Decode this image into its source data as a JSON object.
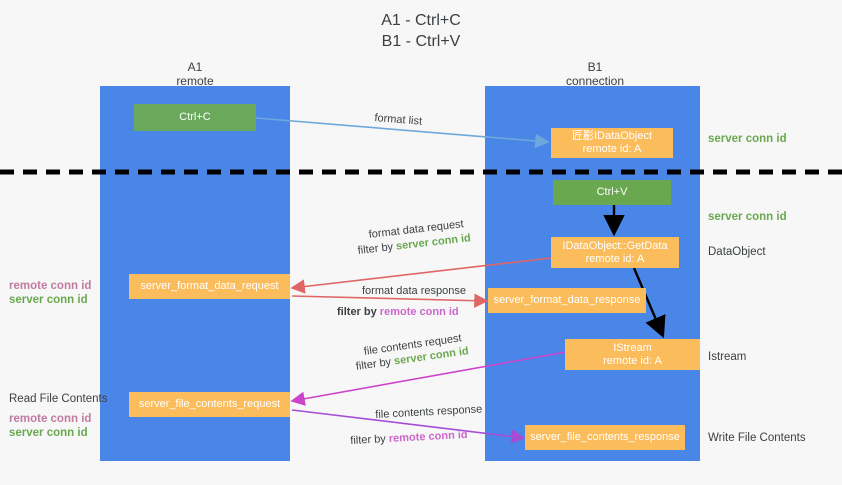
{
  "title": "A1 - Ctrl+C\nB1 - Ctrl+V",
  "columns": [
    {
      "name": "A1",
      "sub": "remote",
      "label": "A1\nremote"
    },
    {
      "name": "B1",
      "sub": "connection",
      "label": "B1\nconnection"
    }
  ],
  "nodes": {
    "ctrl_c": "Ctrl+C",
    "ctrl_v": "Ctrl+V",
    "idataobject": "匠彲IDataObject\nremote id: A",
    "getdata": "IDataObject::GetData\nremote id: A",
    "istream": "IStream\nremote id: A",
    "server_format_data_request": "server_format_data_request",
    "server_format_data_response": "server_format_data_response",
    "server_file_contents_request": "server_file_contents_request",
    "server_file_contents_response": "server_file_contents_response"
  },
  "right_labels": {
    "server_conn_id_top": "server conn id",
    "server_conn_id_mid": "server conn id",
    "dataobject": "DataObject",
    "istream": "Istream",
    "write_file_contents": "Write File Contents"
  },
  "left_labels": {
    "remote_conn_id_1": "remote conn id",
    "server_conn_id_1": "server conn id",
    "read_file_contents": "Read File Contents",
    "remote_conn_id_2": "remote conn id",
    "server_conn_id_2": "server conn id"
  },
  "arrow_labels": {
    "format_list": "format list",
    "format_data_request": "format data request",
    "format_data_request_filter_prefix": "filter by ",
    "format_data_request_filter_value": "server conn id",
    "format_data_response": "format data response",
    "format_data_response_filter_prefix": "filter by ",
    "format_data_response_filter_value": "remote conn id",
    "file_contents_request": "file contents request",
    "file_contents_request_filter_prefix": "filter by ",
    "file_contents_request_filter_value": "server conn id",
    "file_contents_response": "file contents response",
    "file_contents_response_filter_prefix": "filter by ",
    "file_contents_response_filter_value": "remote conn id"
  },
  "colors": {
    "lane": "#4a86e8",
    "green_node": "#6aa95c",
    "orange_node": "#fbbc5c",
    "green_text": "#6aa84f",
    "purple_text": "#c27ba0",
    "magenta_text": "#cc66cc",
    "light_blue_arrow": "#6fa8dc",
    "red_arrow": "#e06666",
    "magenta_arrow": "#cc44cc",
    "purple_arrow": "#a64dd6",
    "black": "#000000",
    "background": "#f7f7f7"
  }
}
